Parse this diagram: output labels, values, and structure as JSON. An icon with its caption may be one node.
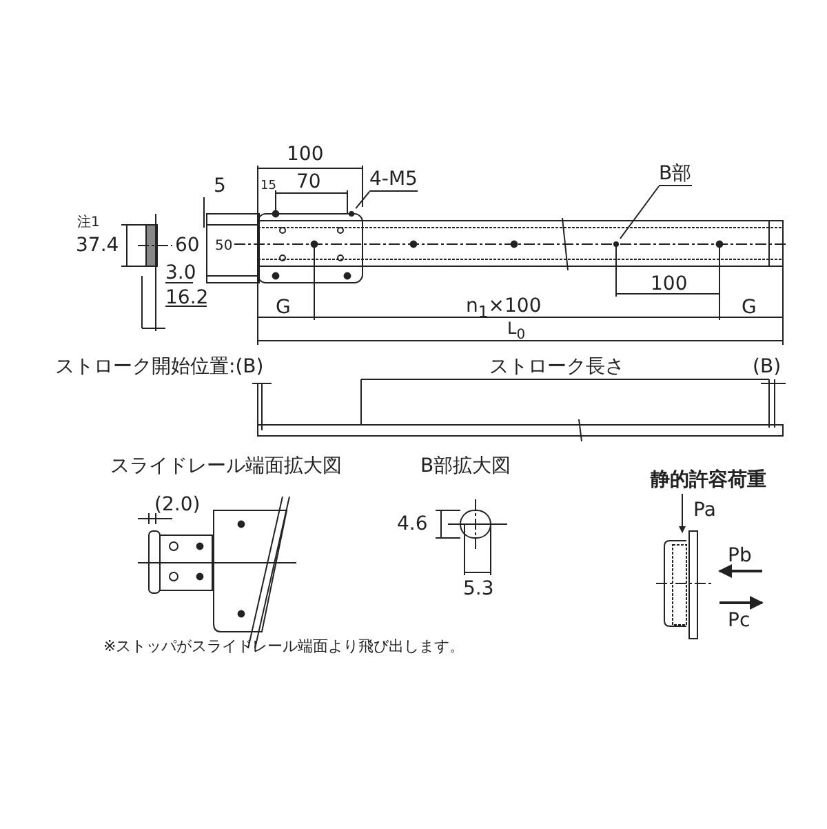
{
  "diagram": {
    "nodes": [
      {
        "text": [
          "4-M5"
        ]
      },
      {
        "text": [],
        "shape": "circle"
      },
      {
        "text": [
          "B部"
        ]
      },
      {
        "text": [],
        "shape": "circle"
      }
    ],
    "edges": [
      {
        "from": 0,
        "to": 1,
        "arrow": "none"
      },
      {
        "from": 2,
        "to": 3,
        "arrow": "none"
      }
    ],
    "labels": [
      "注1",
      "37.4",
      "60",
      "50",
      "3.0",
      "16.2",
      "100",
      "5",
      "15",
      "70",
      "G",
      "n$_{1}$×100",
      "100",
      "G",
      "L$_{0}$",
      "ストローク開始位置:(B)",
      "ストローク長さ",
      "(B)",
      "スライドレール端面拡大図",
      "(2.0)",
      "B部拡大図",
      "4.6",
      "5.3",
      "静的許容荷重",
      "Pa",
      "Pb",
      "Pc",
      "※ストッパがスライドレール端面より飛び出します。"
    ]
  }
}
